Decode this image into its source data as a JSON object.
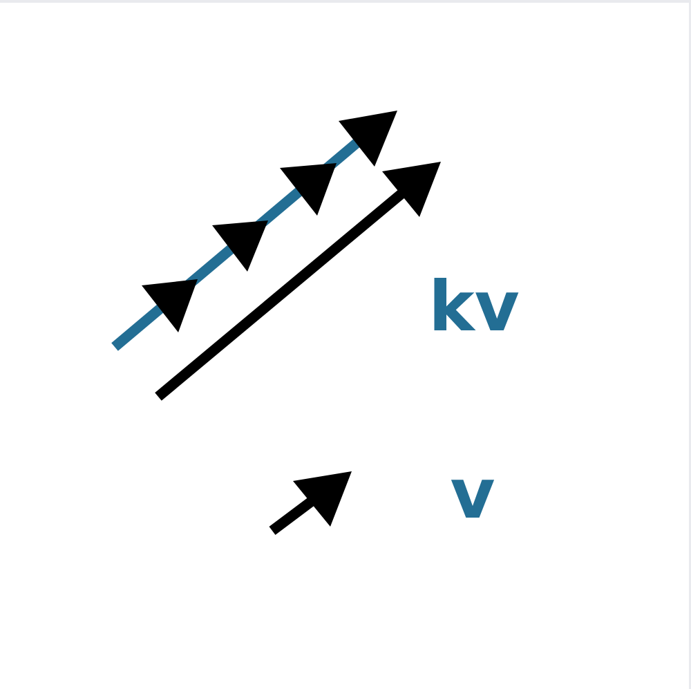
{
  "labels": {
    "scaled_vector": "kv",
    "vector": "v"
  },
  "colors": {
    "accent": "#236e94",
    "arrow": "#000000",
    "background": "#ffffff",
    "border": "#e9eaee"
  },
  "scalar": {
    "k": 4
  }
}
